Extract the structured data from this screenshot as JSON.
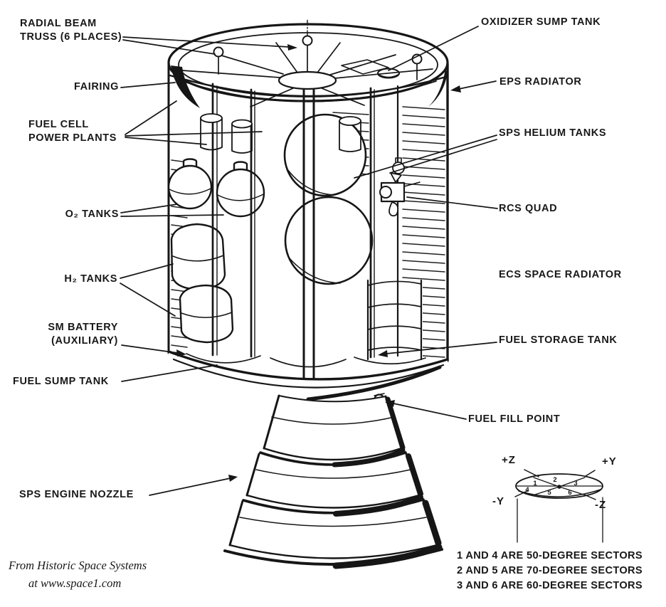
{
  "labels": {
    "radial_beam_truss": "RADIAL BEAM\nTRUSS (6 PLACES)",
    "oxidizer_sump_tank": "OXIDIZER SUMP TANK",
    "fairing": "FAIRING",
    "eps_radiator": "EPS RADIATOR",
    "fuel_cell_power_plants": "FUEL CELL\nPOWER PLANTS",
    "sps_helium_tanks": "SPS HELIUM TANKS",
    "o2_tanks": "O₂ TANKS",
    "rcs_quad": "RCS QUAD",
    "h2_tanks": "H₂ TANKS",
    "ecs_space_radiator": "ECS SPACE RADIATOR",
    "sm_battery": "SM BATTERY\n(AUXILIARY)",
    "fuel_storage_tank": "FUEL STORAGE TANK",
    "fuel_sump_tank": "FUEL SUMP TANK",
    "fuel_fill_point": "FUEL FILL POINT",
    "sps_engine_nozzle": "SPS ENGINE NOZZLE"
  },
  "sector_diagram": {
    "axes": {
      "top_left": "+Z",
      "top_right": "+Y",
      "bottom_left": "-Y",
      "bottom_right": "-Z"
    },
    "numbers": [
      "1",
      "2",
      "3",
      "4",
      "5",
      "6"
    ],
    "notes": [
      "1 AND 4 ARE 50-DEGREE SECTORS",
      "2 AND 5 ARE 70-DEGREE SECTORS",
      "3 AND 6 ARE 60-DEGREE SECTORS"
    ]
  },
  "attribution": {
    "line1": "From Historic Space Systems",
    "line2": "at www.space1.com"
  },
  "colors": {
    "ink": "#161616",
    "background": "#ffffff"
  }
}
